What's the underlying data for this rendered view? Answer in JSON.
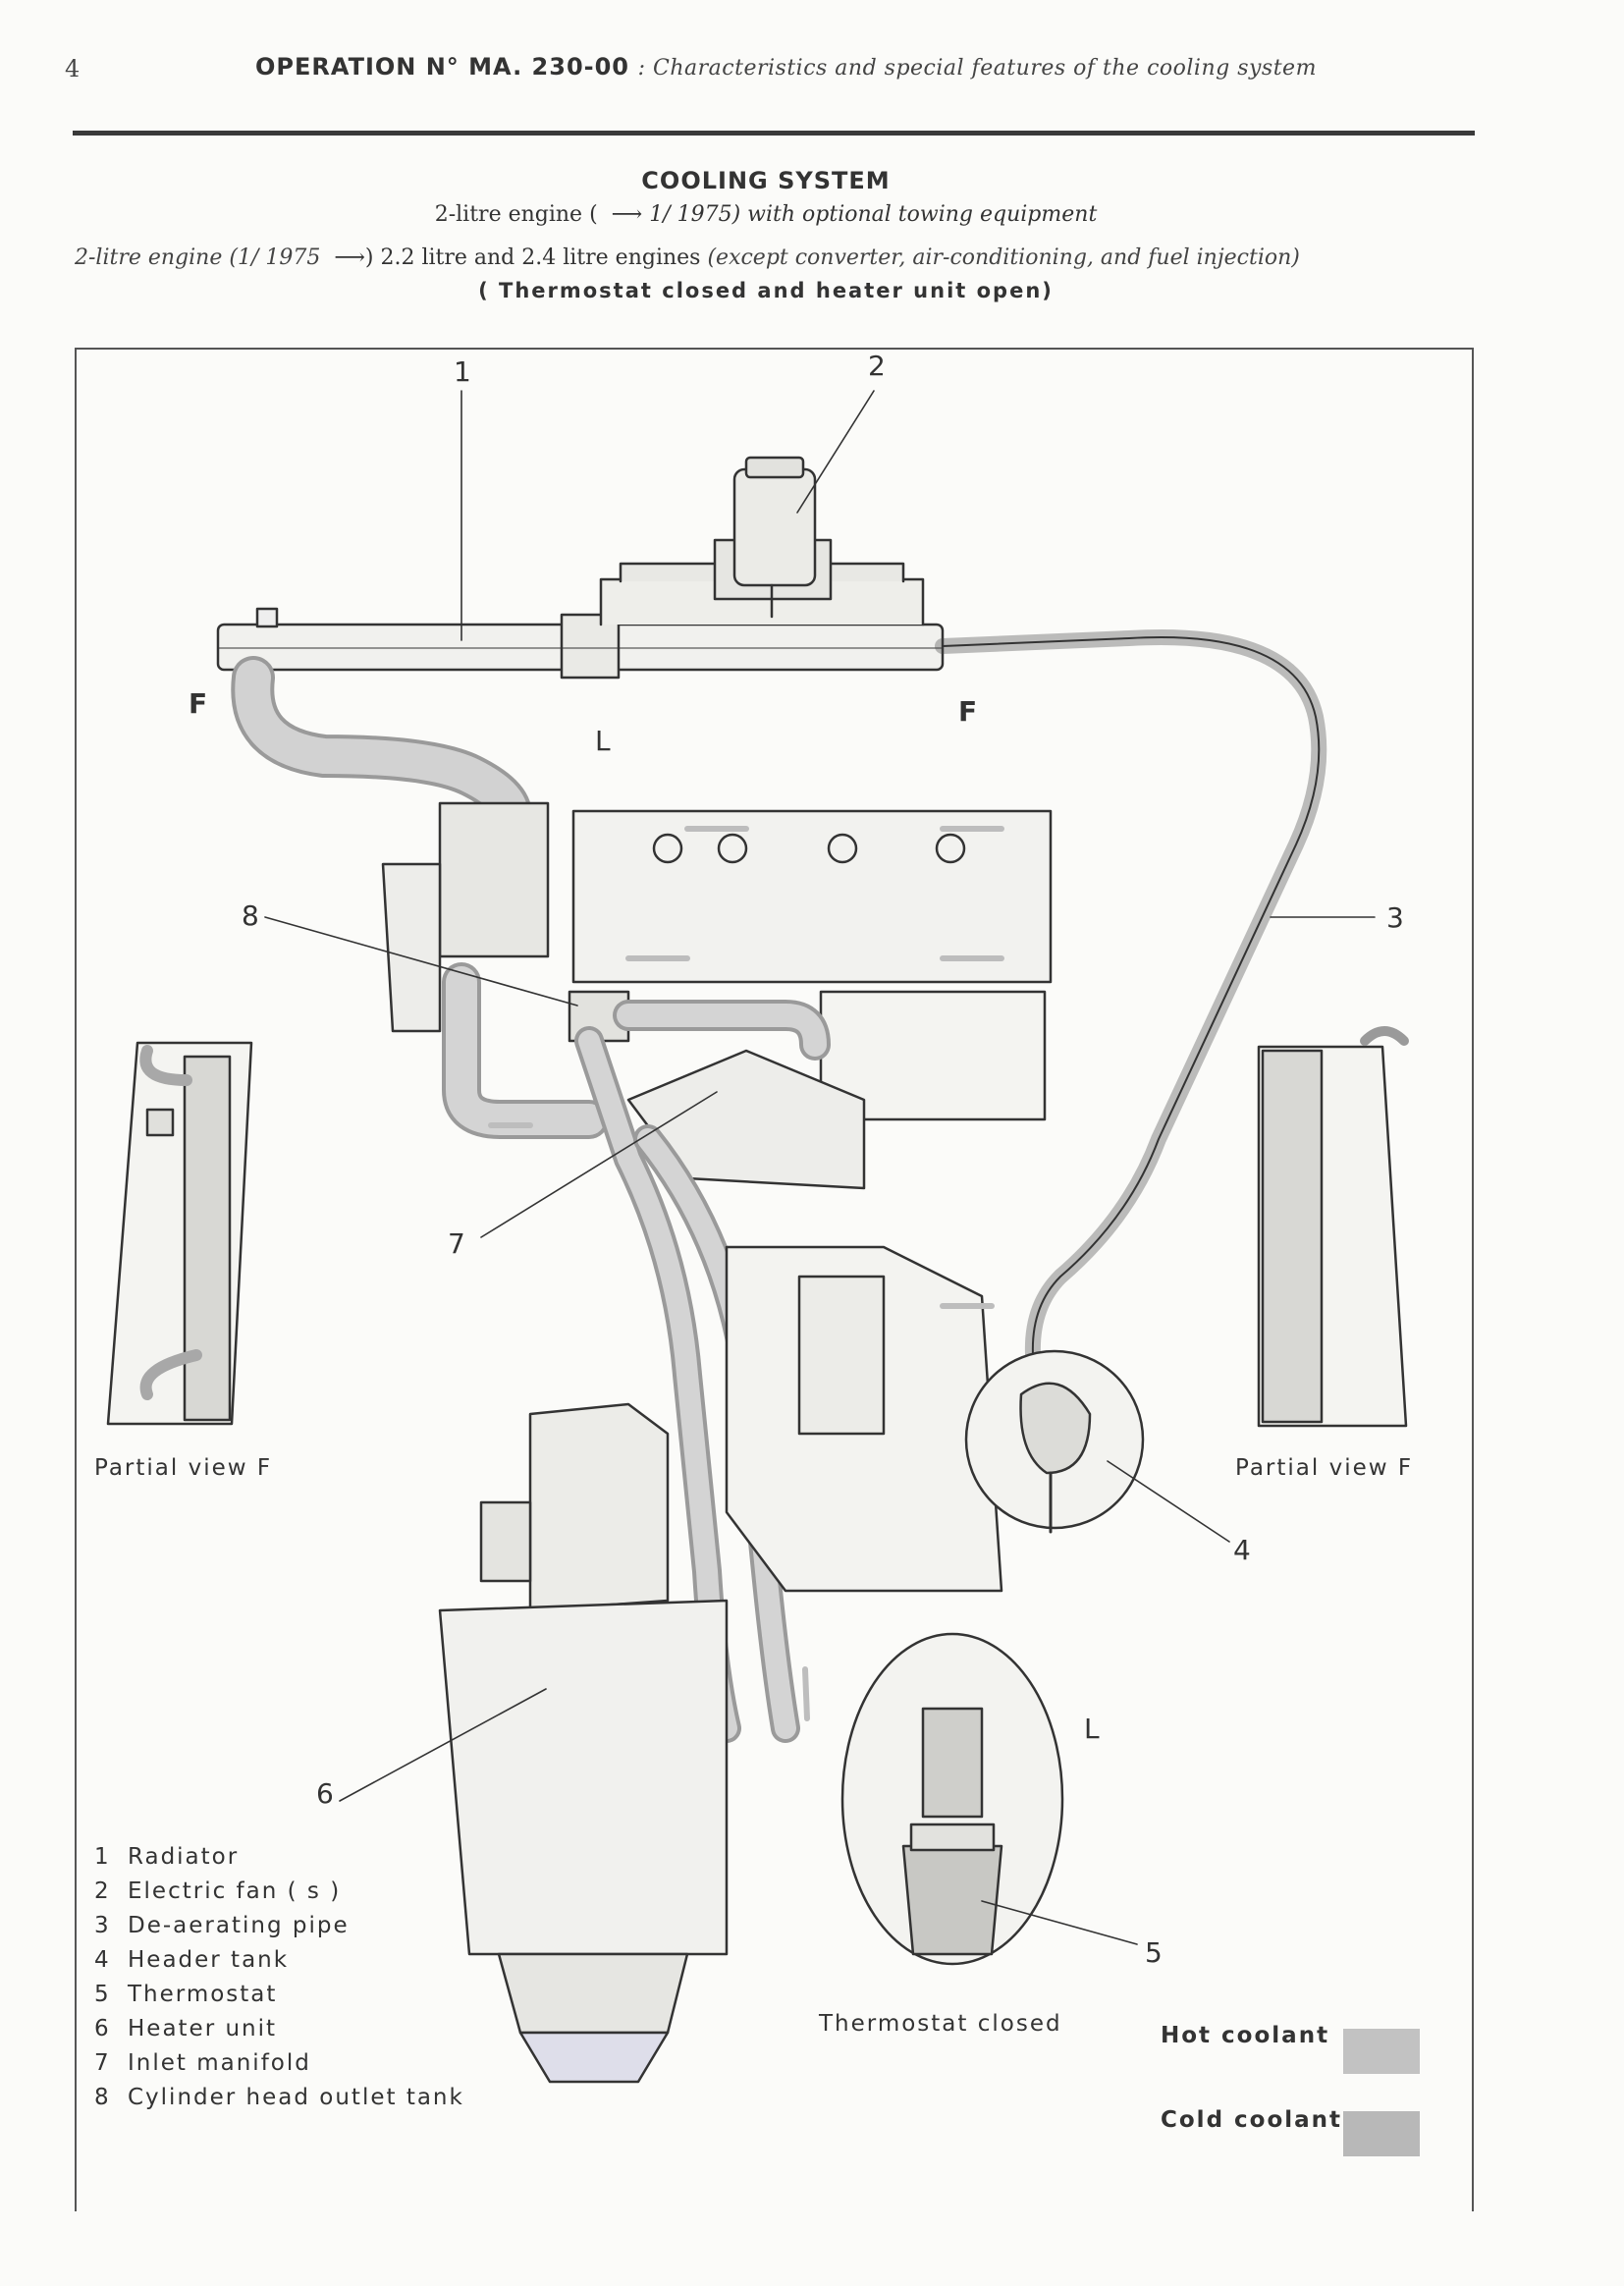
{
  "header": {
    "page_number": "4",
    "operation": "OPERATION N° MA. 230-00",
    "description": ": Characteristics and special features of the cooling system"
  },
  "titles": {
    "main": "COOLING SYSTEM",
    "line1_a": "2-litre engine (",
    "line1_b": "1/ 1975) with optional towing equipment",
    "line2_a": "2-litre engine (1/ 1975",
    "line2_b": ") 2.2 litre and 2.4 litre engines",
    "line2_c": "(except converter, air-conditioning, and fuel injection)",
    "line3": "( Thermostat closed and heater unit open)"
  },
  "callouts": {
    "c1": "1",
    "c2": "2",
    "c3": "3",
    "c4": "4",
    "c5": "5",
    "c6": "6",
    "c7": "7",
    "c8": "8",
    "L_top": "L",
    "L_inset": "L",
    "F_left": "F",
    "F_right": "F"
  },
  "views": {
    "partial_left": "Partial view F",
    "partial_right": "Partial view F",
    "thermostat": "Thermostat closed"
  },
  "legend": [
    {
      "num": "1",
      "label": "Radiator"
    },
    {
      "num": "2",
      "label": "Electric fan ( s )"
    },
    {
      "num": "3",
      "label": "De-aerating pipe"
    },
    {
      "num": "4",
      "label": "Header tank"
    },
    {
      "num": "5",
      "label": "Thermostat"
    },
    {
      "num": "6",
      "label": "Heater unit"
    },
    {
      "num": "7",
      "label": "Inlet manifold"
    },
    {
      "num": "8",
      "label": "Cylinder head outlet tank"
    }
  ],
  "coolant_key": {
    "hot": "Hot coolant",
    "cold": "Cold coolant",
    "hot_color": "#c2c2c2",
    "cold_color": "#b8b8b8"
  },
  "colors": {
    "line": "#333333",
    "hose_fill": "#bdbdbd",
    "paper": "#fbfbf9"
  }
}
